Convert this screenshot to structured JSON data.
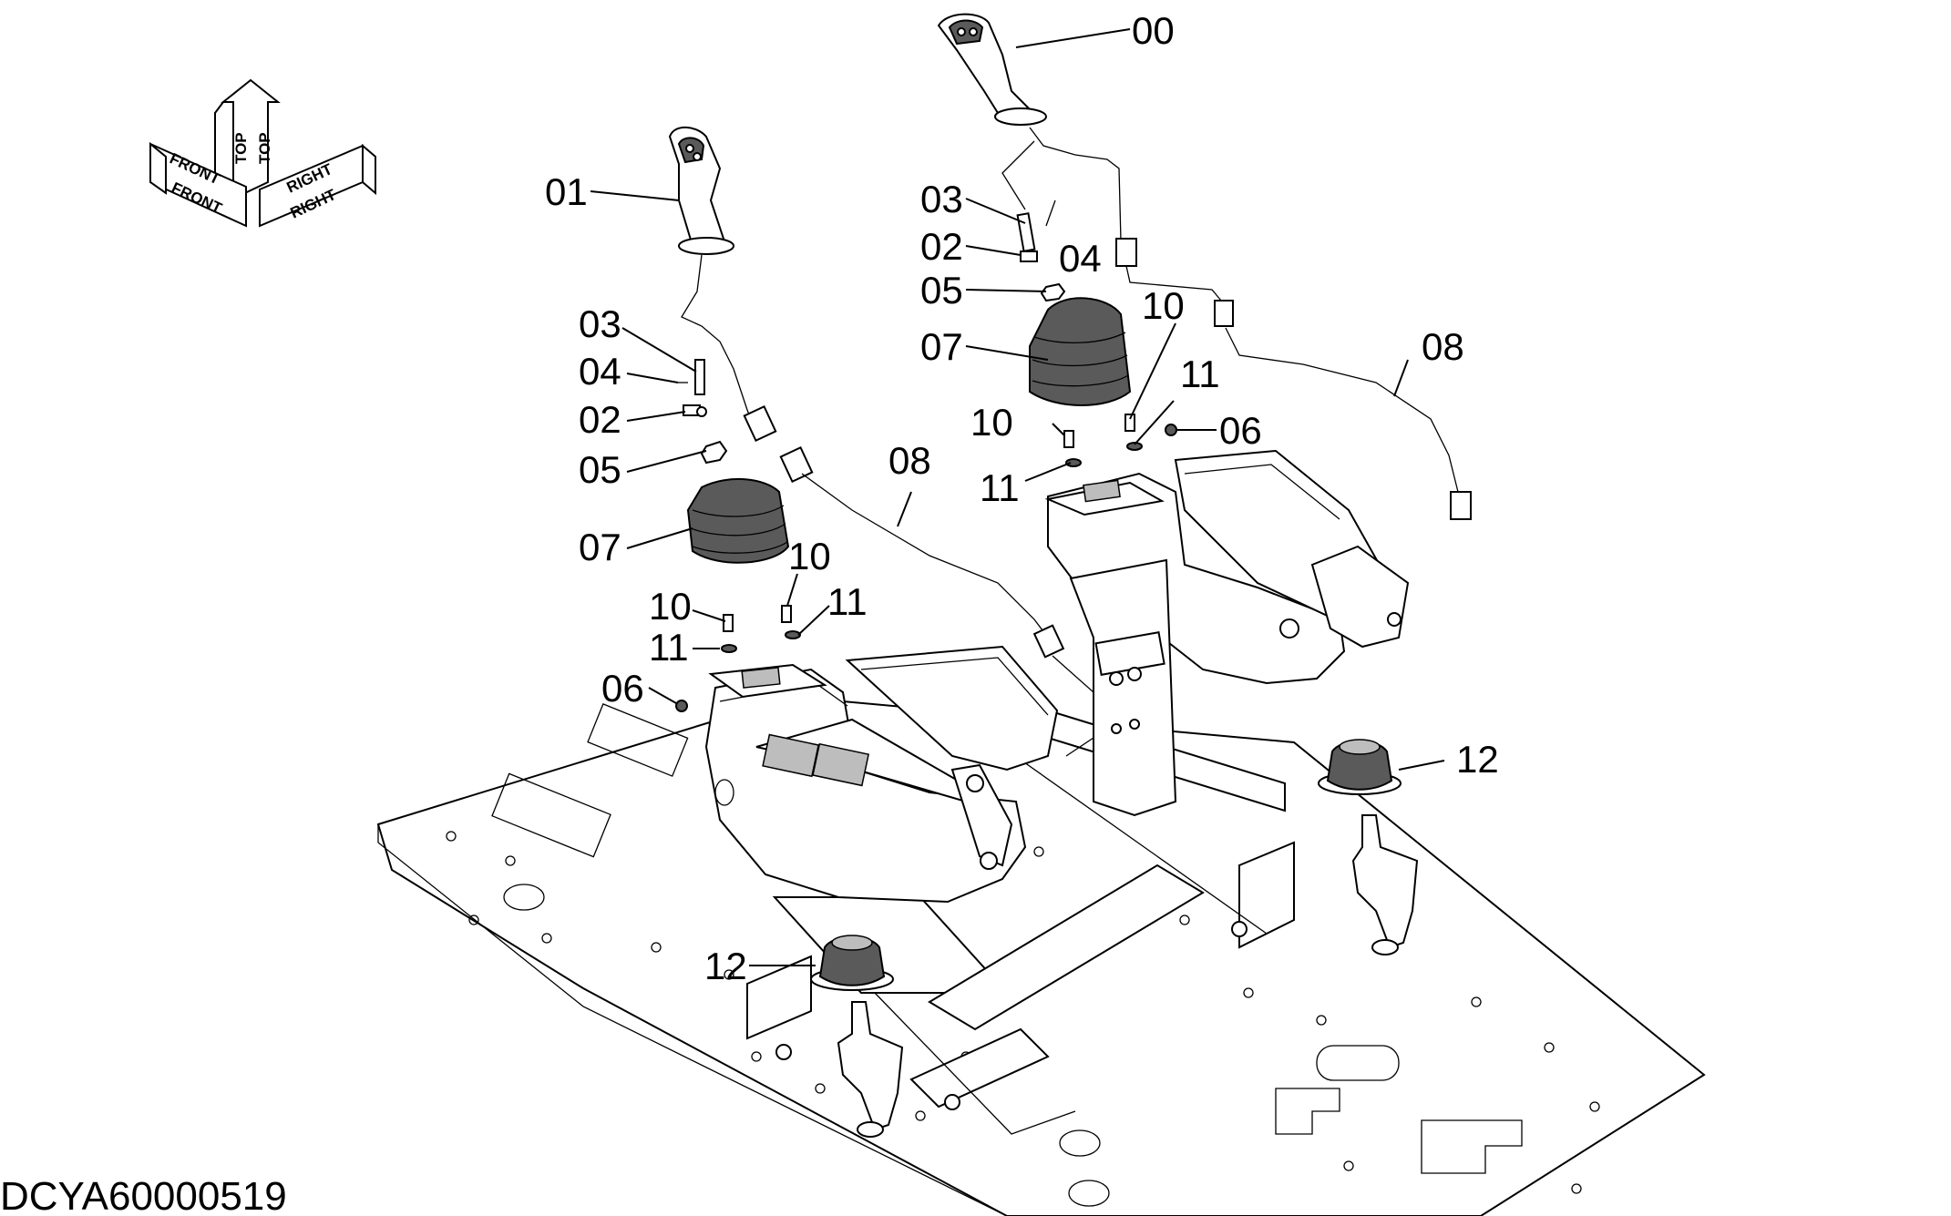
{
  "drawing_id": "DCYA60000519",
  "orientation_symbol": {
    "labels": [
      "TOP",
      "TOP",
      "FRONT",
      "FRONT",
      "RIGHT",
      "RIGHT"
    ]
  },
  "callouts": {
    "c00": "00",
    "c01": "01",
    "c02_left": "02",
    "c02_right": "02",
    "c03_left": "03",
    "c03_right": "03",
    "c04_left": "04",
    "c04_right": "04",
    "c05_left": "05",
    "c05_right": "05",
    "c06_left": "06",
    "c06_right": "06",
    "c07_left": "07",
    "c07_right": "07",
    "c08_left": "08",
    "c08_right": "08",
    "c10_left_a": "10",
    "c10_left_b": "10",
    "c10_right_a": "10",
    "c10_right_b": "10",
    "c11_left_a": "11",
    "c11_left_b": "11",
    "c11_right_a": "11",
    "c11_right_b": "11",
    "c12_left": "12",
    "c12_right": "12"
  }
}
